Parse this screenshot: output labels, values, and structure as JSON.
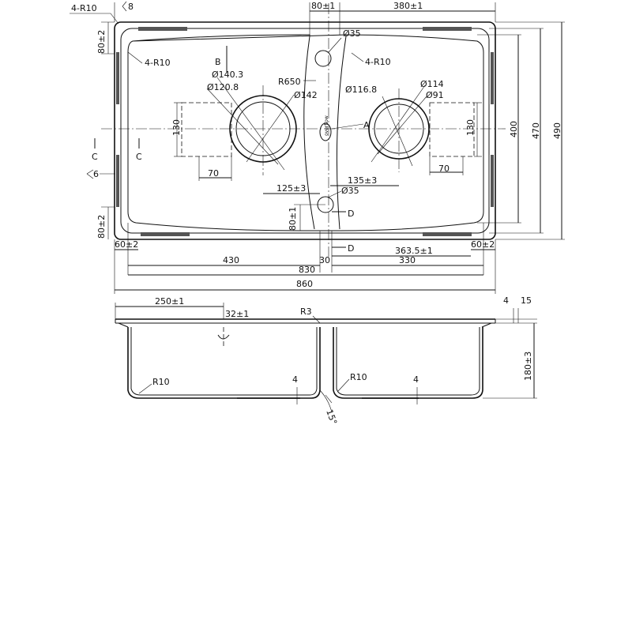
{
  "plan": {
    "corner_radius_tl": "4-R10",
    "gap_top": "8",
    "dim_80_top": "80±1",
    "dim_380": "380±1",
    "dim_80_left_top": "80±2",
    "hole_35_top": "Ø35",
    "section_b": "B",
    "radius_inner_left": "4-R10",
    "radius_inner_right": "4-R10",
    "d140": "Ø140.3",
    "d120": "Ø120.8",
    "r650": "R650",
    "d142": "Ø142",
    "d116": "Ø116.8",
    "d114": "Ø114",
    "d91": "Ø91",
    "dim_130_left": "130",
    "dim_130_right": "130",
    "dim_400": "400",
    "dim_470": "470",
    "dim_490": "490",
    "section_a": "A",
    "section_c_left": "C",
    "section_c_right": "C",
    "dim_6": "6",
    "dim_70_left": "70",
    "dim_70_right": "70",
    "dim_125": "125±3",
    "dim_135": "135±3",
    "hole_35_bottom": "Ø35",
    "dim_80_left_bottom": "80±2",
    "dim_80_bottom": "80±1",
    "section_d_top": "D",
    "section_d_bottom": "D",
    "dim_60_left": "60±2",
    "dim_60_right": "60±2",
    "dim_363": "363.5±1",
    "dim_430": "430",
    "dim_30": "30",
    "dim_330": "330",
    "dim_830": "830",
    "dim_860": "860",
    "overflow_label": "overflow"
  },
  "section": {
    "dim_250": "250±1",
    "dim_32": "32±1",
    "r3": "R3",
    "dim_4": "4",
    "dim_15": "15",
    "dim_180": "180±3",
    "r10_left": "R10",
    "r10_right": "R10",
    "dim_4_left": "4",
    "dim_4_right": "4",
    "angle_15": "15°"
  }
}
